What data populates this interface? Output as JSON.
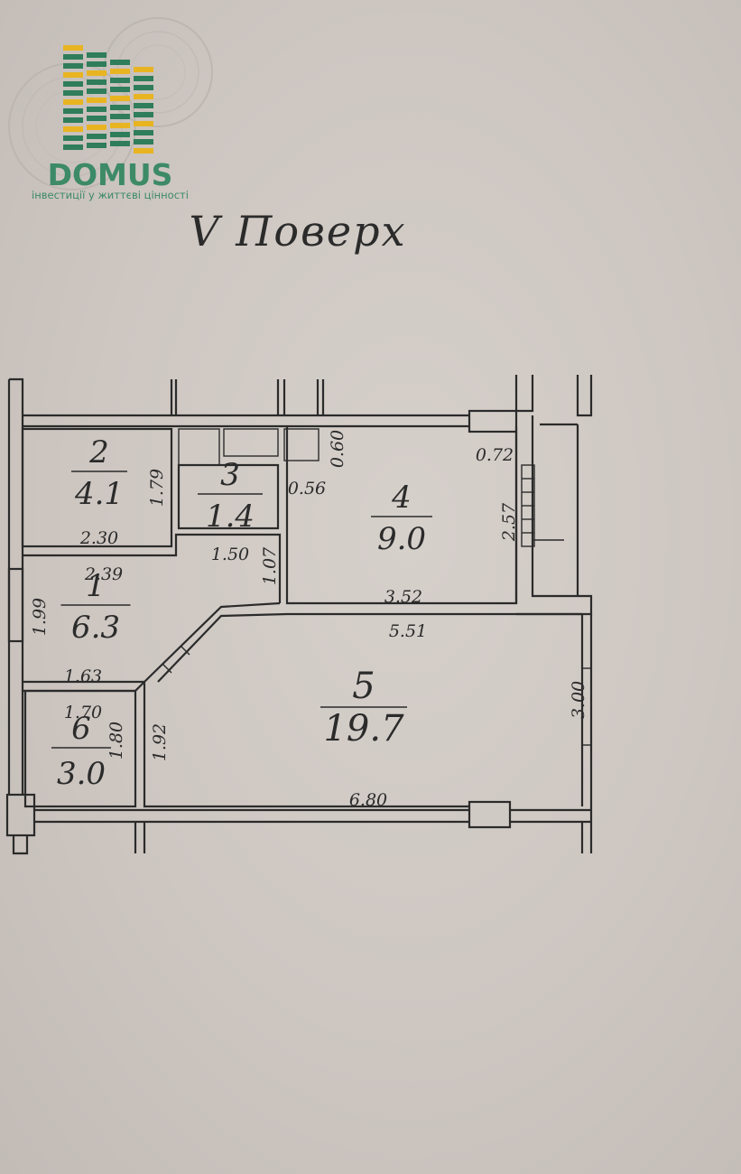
{
  "logo": {
    "brand": "DOMUS",
    "tagline": "інвестиції у життєві цінності",
    "colors": {
      "green": "#2f7d5a",
      "yellow": "#e8b422",
      "brand_text": "#3d8a66"
    }
  },
  "plan": {
    "title": "V Поверх",
    "rooms": [
      {
        "id": "1",
        "number": "1",
        "area": "6.3"
      },
      {
        "id": "2",
        "number": "2",
        "area": "4.1"
      },
      {
        "id": "3",
        "number": "3",
        "area": "1.4"
      },
      {
        "id": "4",
        "number": "4",
        "area": "9.0"
      },
      {
        "id": "5",
        "number": "5",
        "area": "19.7"
      },
      {
        "id": "6",
        "number": "6",
        "area": "3.0"
      }
    ],
    "dimensions": [
      "1.79",
      "2.30",
      "0.60",
      "0.56",
      "0.72",
      "2.57",
      "1.50",
      "1.07",
      "2.39",
      "1.99",
      "3.52",
      "5.51",
      "1.63",
      "1.70",
      "1.80",
      "1.92",
      "3.00",
      "6.80"
    ]
  }
}
